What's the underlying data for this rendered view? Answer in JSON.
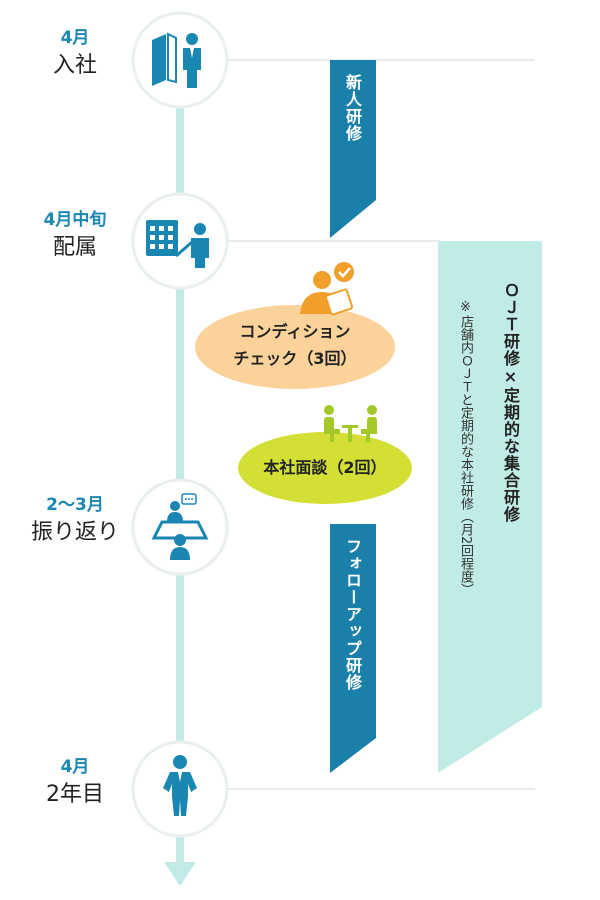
{
  "milestones": [
    {
      "month": "4月",
      "event": "入社",
      "icon": "new-employee-icon"
    },
    {
      "month": "4月中旬",
      "event": "配属",
      "icon": "assignment-icon"
    },
    {
      "month": "2～3月",
      "event": "振り返り",
      "icon": "review-meeting-icon"
    },
    {
      "month": "4月",
      "event": "2年目",
      "icon": "second-year-icon"
    }
  ],
  "trainings": {
    "new_hire": "新人研修",
    "follow_up": "フォローアップ研修",
    "ojt": "ＯＪＴ研修×定期的な集合研修",
    "ojt_note": "※店舗内ＯＪＴと定期的な本社研修（月2回程度）"
  },
  "bubbles": {
    "condition_check": [
      "コンディション",
      "チェック（3回）"
    ],
    "hq_interview": "本社面談（2回）"
  },
  "colors": {
    "timeline": "#c2ebe6",
    "banner": "#1a7fa9",
    "ojt_band": "#c1ebe6",
    "accent_blue": "#1a86b2",
    "bubble_orange": "#fcd29b",
    "bubble_green": "#d3df34",
    "icon_orange": "#f0a02a",
    "icon_green": "#a3c928"
  }
}
